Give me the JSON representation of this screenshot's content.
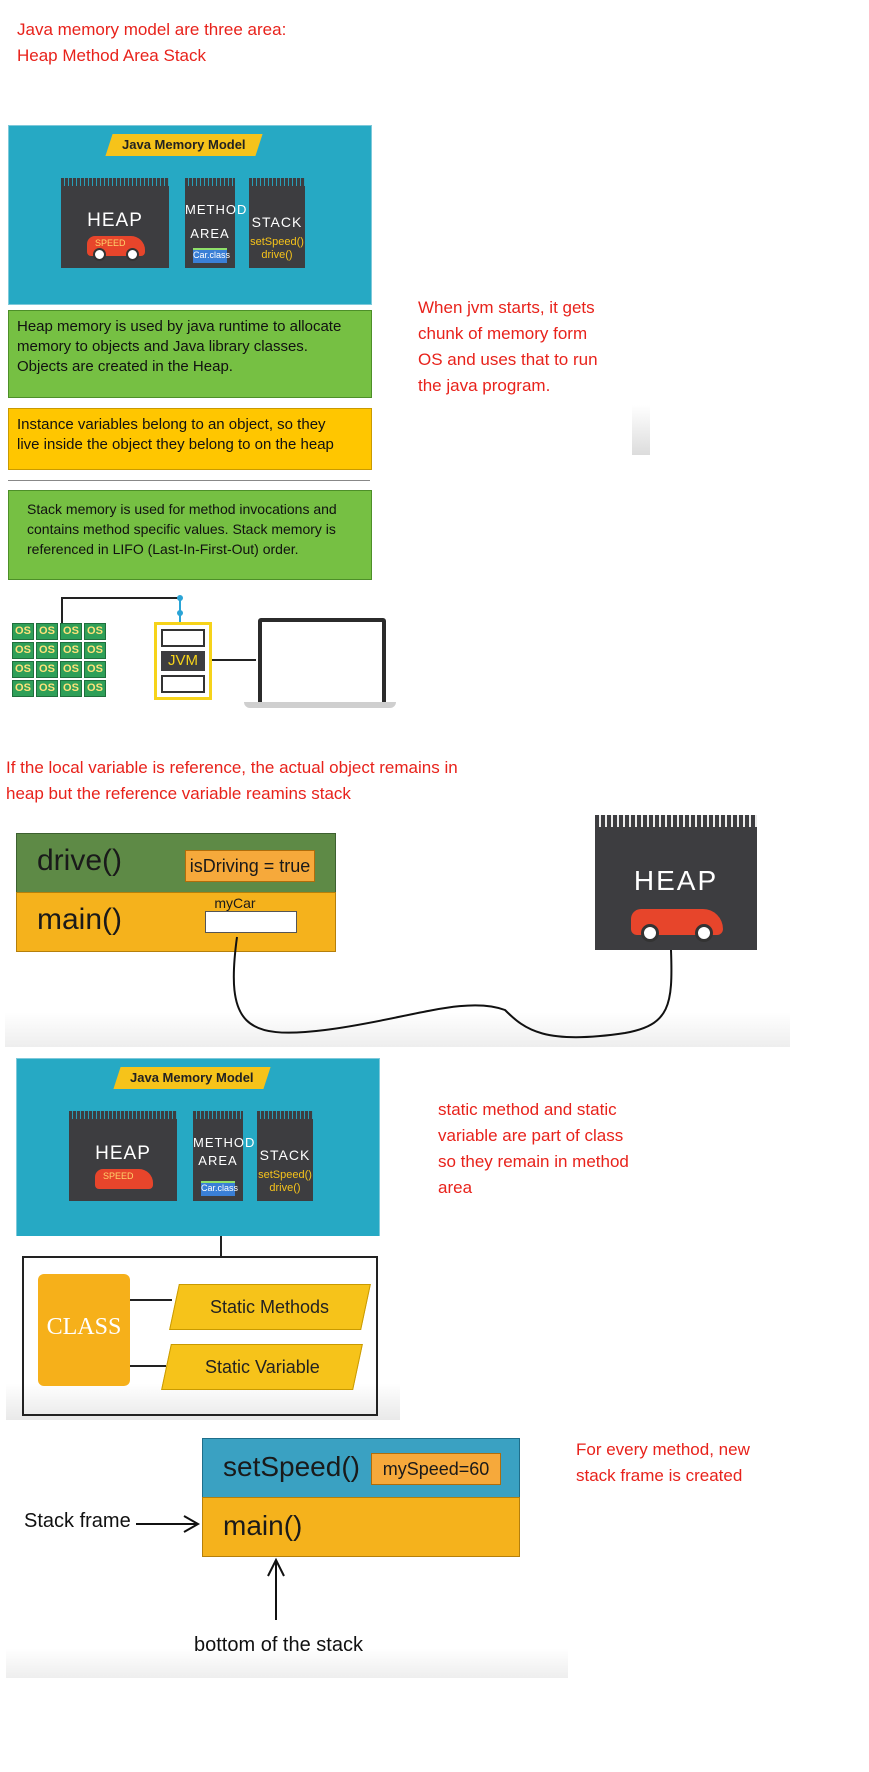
{
  "notes": {
    "intro": "Java memory model are three area:\nHeap    Method Area Stack",
    "jvm_starts": "When jvm starts, it gets\nchunk of memory form\nOS and uses that to run\nthe java program.",
    "local_ref": "If the local variable is reference, the actual object remains in\nheap but the reference variable reamins  stack",
    "static": "static method and static\nvariable are part of class\nso they remain in method\narea",
    "stack_frame": "For every method, new\nstack frame is created"
  },
  "model_panel": {
    "title": "Java Memory Model",
    "heap": "HEAP",
    "speed": "SPEED",
    "method_area_1": "METHOD",
    "method_area_2": "AREA",
    "car_class": "Car.class",
    "stack": "STACK",
    "set_speed": "setSpeed()",
    "drive": "drive()"
  },
  "boxes": {
    "heap_text": "Heap memory is used by java runtime to allocate\nmemory to objects and Java library classes.\nObjects are created in the Heap.",
    "instance_text": "Instance variables belong to an object, so they\nlive inside the object they belong to on the heap",
    "stack_text": "Stack memory is used for method invocations and\ncontains method specific values. Stack memory is\nreferenced in LIFO (Last-In-First-Out) order."
  },
  "os_diagram": {
    "cells": [
      "OS",
      "OS",
      "OS",
      "OS",
      "OS",
      "OS",
      "OS",
      "OS",
      "OS",
      "OS",
      "OS",
      "OS",
      "OS",
      "OS",
      "OS",
      "OS"
    ],
    "jvm": "JVM"
  },
  "ref_diagram": {
    "drive": "drive()",
    "is_driving": "isDriving = true",
    "main": "main()",
    "my_car": "myCar",
    "heap": "HEAP"
  },
  "class_diagram": {
    "class_label": "CLASS",
    "static_methods": "Static Methods",
    "static_variable": "Static Variable"
  },
  "stack_diagram": {
    "set_speed": "setSpeed()",
    "my_speed": "mySpeed=60",
    "main": "main()",
    "stack_frame": "Stack frame",
    "bottom": "bottom of the stack"
  }
}
